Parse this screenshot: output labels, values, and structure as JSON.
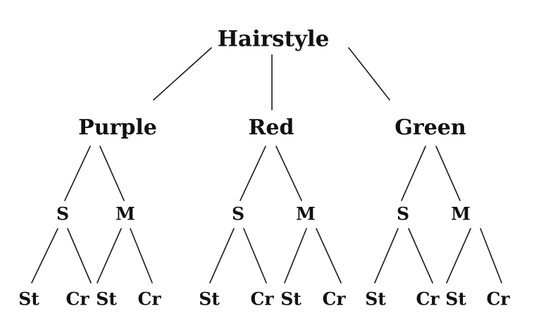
{
  "root": {
    "label": "Hairstyle",
    "children": [
      {
        "label": "Purple",
        "children": [
          {
            "label": "S",
            "children": [
              {
                "label": "St"
              },
              {
                "label": "Cr"
              }
            ]
          },
          {
            "label": "M",
            "children": [
              {
                "label": "St"
              },
              {
                "label": "Cr"
              }
            ]
          }
        ]
      },
      {
        "label": "Red",
        "children": [
          {
            "label": "S",
            "children": [
              {
                "label": "St"
              },
              {
                "label": "Cr"
              }
            ]
          },
          {
            "label": "M",
            "children": [
              {
                "label": "St"
              },
              {
                "label": "Cr"
              }
            ]
          }
        ]
      },
      {
        "label": "Green",
        "children": [
          {
            "label": "S",
            "children": [
              {
                "label": "St"
              },
              {
                "label": "Cr"
              }
            ]
          },
          {
            "label": "M",
            "children": [
              {
                "label": "St"
              },
              {
                "label": "Cr"
              }
            ]
          }
        ]
      }
    ]
  }
}
